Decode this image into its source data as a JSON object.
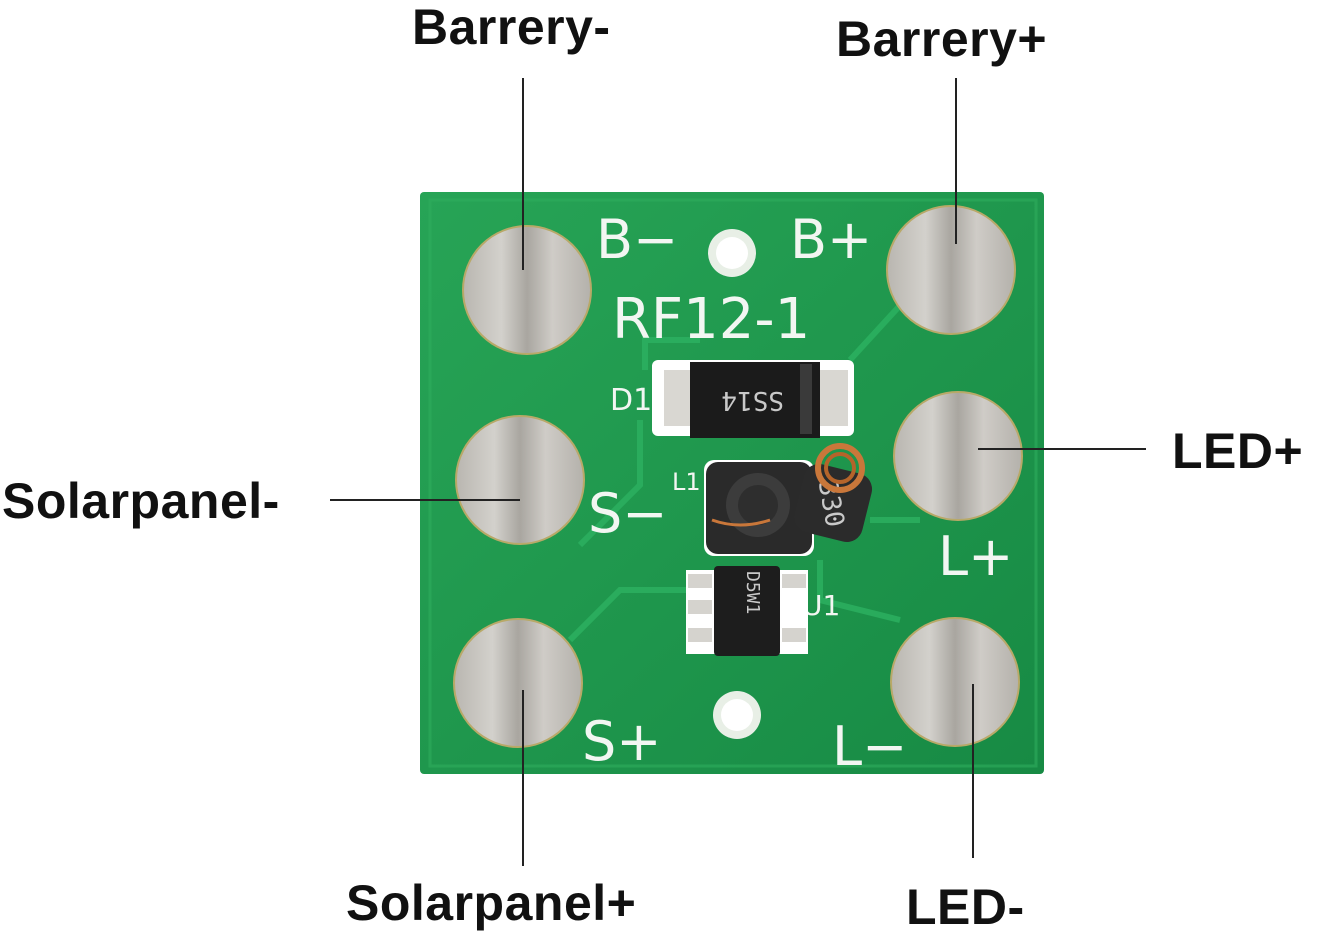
{
  "callouts": {
    "battery_negative": "Barrery-",
    "battery_positive": "Barrery+",
    "led_positive": "LED+",
    "solar_negative": "Solarpanel-",
    "solar_positive": "Solarpanel+",
    "led_negative": "LED-"
  },
  "board": {
    "model": "RF12-1",
    "silkscreen": {
      "b_minus": "B−",
      "b_plus": "B+",
      "s_minus": "S−",
      "s_plus": "S+",
      "l_plus": "L+",
      "l_minus": "L−",
      "d1": "D1",
      "l1": "L1",
      "u1": "U1"
    },
    "components": {
      "diode_marking": "SS14",
      "inductor_marking": "330",
      "ic_marking": "D5W1"
    },
    "colors": {
      "pcb": "#1f9a4e",
      "pad": "#c4c2bd",
      "silkscreen": "#f2f6f2",
      "text": "#111111"
    }
  }
}
